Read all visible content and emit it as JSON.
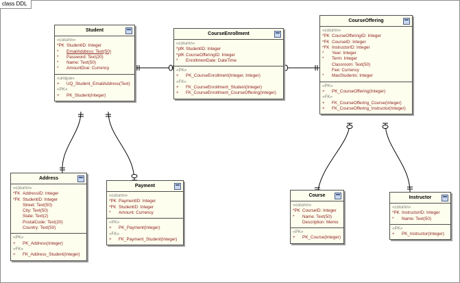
{
  "frame_label": "class DDL",
  "classes": {
    "student": {
      "name": "Student",
      "columns_label": "«column»",
      "columns": [
        {
          "v": "*PK",
          "t": "StudentID:  Integer"
        },
        {
          "v": "*",
          "t": "EmailAddress:  Text(50)"
        },
        {
          "v": "*",
          "t": "Password:  Text(20)"
        },
        {
          "v": "*",
          "t": "Name:  Text(50)"
        },
        {
          "v": "*",
          "t": "AmountDue:  Currency"
        }
      ],
      "unique_label": "«unique»",
      "unique": [
        {
          "v": "+",
          "t": "UQ_Student_EmailAddress(Text)"
        }
      ],
      "pk_label": "«PK»",
      "pk": [
        {
          "v": "+",
          "t": "PK_Student(Integer)"
        }
      ]
    },
    "enrollment": {
      "name": "CourseEnrollment",
      "columns_label": "«column»",
      "columns": [
        {
          "v": "*pfK",
          "t": "StudentID:  Integer"
        },
        {
          "v": "*pfK",
          "t": "CourseOfferingID:  Integer"
        },
        {
          "v": "*",
          "t": "EnrollmentDate:  DateTime"
        }
      ],
      "pk_label": "«PK»",
      "pk": [
        {
          "v": "+",
          "t": "PK_CourseEnrollment(Integer, Integer)"
        }
      ],
      "fk_label": "«FK»",
      "fk": [
        {
          "v": "+",
          "t": "FK_CourseEnrollment_Student(Integer)"
        },
        {
          "v": "+",
          "t": "FK_CourseEnrollment_CourseOffering(Integer)"
        }
      ]
    },
    "offering": {
      "name": "CourseOffering",
      "columns_label": "«column»",
      "columns": [
        {
          "v": "*PK",
          "t": "CourseOfferingID:  Integer"
        },
        {
          "v": "*FK",
          "t": "CourseID:  Integer"
        },
        {
          "v": "*FK",
          "t": "InstructorID:  Integer"
        },
        {
          "v": "*",
          "t": "Year:  Integer"
        },
        {
          "v": "*",
          "t": "Term:  Integer"
        },
        {
          "v": "",
          "t": "Classroom:  Text(50)"
        },
        {
          "v": "",
          "t": "Fee:  Currency"
        },
        {
          "v": "*",
          "t": "MaxStudents:  Integer"
        }
      ],
      "pk_label": "«PK»",
      "pk": [
        {
          "v": "+",
          "t": "PK_CourseOffering(Integer)"
        }
      ],
      "fk_label": "«FK»",
      "fk": [
        {
          "v": "+",
          "t": "FK_CourseOffering_Course(Integer)"
        },
        {
          "v": "+",
          "t": "FK_CourseOffering_Instructor(Integer)"
        }
      ]
    },
    "address": {
      "name": "Address",
      "columns_label": "«column»",
      "columns": [
        {
          "v": "*FK",
          "t": "AddressID:  Integer"
        },
        {
          "v": "*FK",
          "t": "StudentID:  Integer"
        },
        {
          "v": "",
          "t": "Street:  Text(50)"
        },
        {
          "v": "",
          "t": "City:  Text(50)"
        },
        {
          "v": "",
          "t": "State:  Text(2)"
        },
        {
          "v": "",
          "t": "PostalCode:  Text(20)"
        },
        {
          "v": "",
          "t": "Country:  Text(50)"
        }
      ],
      "pk_label": "«PK»",
      "pk": [
        {
          "v": "+",
          "t": "PK_Address(Integer)"
        }
      ],
      "fk_label": "«FK»",
      "fk": [
        {
          "v": "+",
          "t": "FK_Address_Student(Integer)"
        }
      ]
    },
    "payment": {
      "name": "Payment",
      "columns_label": "«column»",
      "columns": [
        {
          "v": "*PK",
          "t": "PaymentID:  Integer"
        },
        {
          "v": "*FK",
          "t": "StudentID:  Integer"
        },
        {
          "v": "*",
          "t": "Amount:  Currency"
        }
      ],
      "pk_label": "«PK»",
      "pk": [
        {
          "v": "+",
          "t": "PK_Payment(Integer)"
        }
      ],
      "fk_label": "«FK»",
      "fk": [
        {
          "v": "+",
          "t": "FK_Payment_Student(Integer)"
        }
      ]
    },
    "course": {
      "name": "Course",
      "columns_label": "«column»",
      "columns": [
        {
          "v": "*PK",
          "t": "CourseID:  Integer"
        },
        {
          "v": "*",
          "t": "Name:  Text(50)"
        },
        {
          "v": "",
          "t": "Description:  Memo"
        }
      ],
      "pk_label": "«PK»",
      "pk": [
        {
          "v": "+",
          "t": "PK_Course(Integer)"
        }
      ]
    },
    "instructor": {
      "name": "Instructor",
      "columns_label": "«column»",
      "columns": [
        {
          "v": "*PK",
          "t": "InstructorID:  Integer"
        },
        {
          "v": "*",
          "t": "Name:  Text(50)"
        }
      ],
      "pk_label": "«PK»",
      "pk": [
        {
          "v": "+",
          "t": "PK_Instructor(Integer)"
        }
      ]
    }
  }
}
